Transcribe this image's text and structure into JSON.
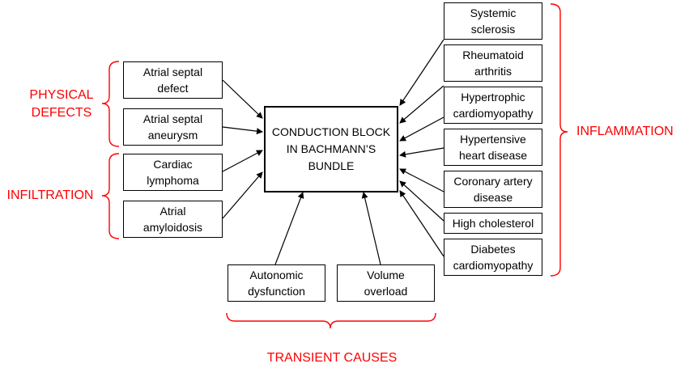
{
  "center": {
    "label": "CONDUCTION BLOCK\nIN BACHMANN’S\nBUNDLE"
  },
  "causes": {
    "atrial_septal_defect": "Atrial septal\ndefect",
    "atrial_septal_aneurysm": "Atrial septal\naneurysm",
    "cardiac_lymphoma": "Cardiac\nlymphoma",
    "atrial_amyloidosis": "Atrial\namyloidosis",
    "systemic_sclerosis": "Systemic\nsclerosis",
    "rheumatoid_arthritis": "Rheumatoid\narthritis",
    "hypertrophic_cardiomyopathy": "Hypertrophic\ncardiomyopathy",
    "hypertensive_heart_disease": "Hypertensive\nheart disease",
    "coronary_artery_disease": "Coronary artery\ndisease",
    "high_cholesterol": "High cholesterol",
    "diabetes_cardiomyopathy": "Diabetes\ncardiomyopathy",
    "autonomic_dysfunction": "Autonomic\ndysfunction",
    "volume_overload": "Volume\noverload"
  },
  "groups": {
    "physical_defects": "PHYSICAL\nDEFECTS",
    "infiltration": "INFILTRATION",
    "inflammation": "INFLAMMATION",
    "transient_causes": "TRANSIENT CAUSES"
  },
  "colors": {
    "bracket": "#ff0000",
    "label": "#ff0000",
    "arrow": "#000000",
    "box_border": "#000000"
  }
}
